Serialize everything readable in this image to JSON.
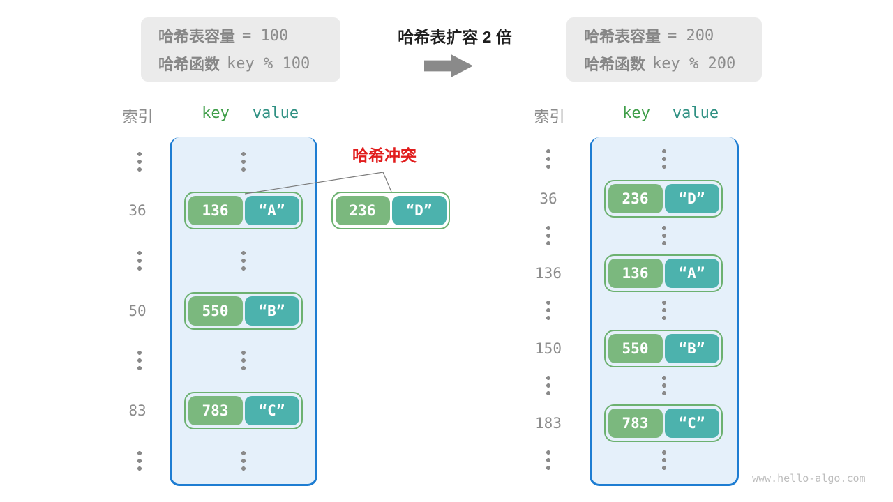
{
  "captions": {
    "left": {
      "line1_label": "哈希表容量",
      "line1_value": "= 100",
      "line2_label": "哈希函数",
      "line2_value": "key % 100"
    },
    "right": {
      "line1_label": "哈希表容量",
      "line1_value": "= 200",
      "line2_label": "哈希函数",
      "line2_value": "key % 200"
    }
  },
  "transition": {
    "title": "哈希表扩容 2 倍"
  },
  "collision": {
    "label": "哈希冲突",
    "pair": {
      "key": "236",
      "value": "“D”"
    }
  },
  "left_table": {
    "headers": {
      "index": "索引",
      "key": "key",
      "value": "value"
    },
    "rows": [
      {
        "index": "36",
        "key": "136",
        "value": "“A”"
      },
      {
        "index": "50",
        "key": "550",
        "value": "“B”"
      },
      {
        "index": "83",
        "key": "783",
        "value": "“C”"
      }
    ]
  },
  "right_table": {
    "headers": {
      "index": "索引",
      "key": "key",
      "value": "value"
    },
    "rows": [
      {
        "index": "36",
        "key": "236",
        "value": "“D”"
      },
      {
        "index": "136",
        "key": "136",
        "value": "“A”"
      },
      {
        "index": "150",
        "key": "550",
        "value": "“B”"
      },
      {
        "index": "183",
        "key": "783",
        "value": "“C”"
      }
    ]
  },
  "watermark": "www.hello-algo.com",
  "colors": {
    "key_fill": "#7bb87e",
    "value_fill": "#4cb2ad",
    "pair_border": "#6cb170",
    "container_fill": "#e5f0fa",
    "container_border": "#1e7dd2",
    "collision_red": "#e11d1d",
    "caption_bg": "#ebebeb",
    "gray_text": "#8c8c8c"
  }
}
